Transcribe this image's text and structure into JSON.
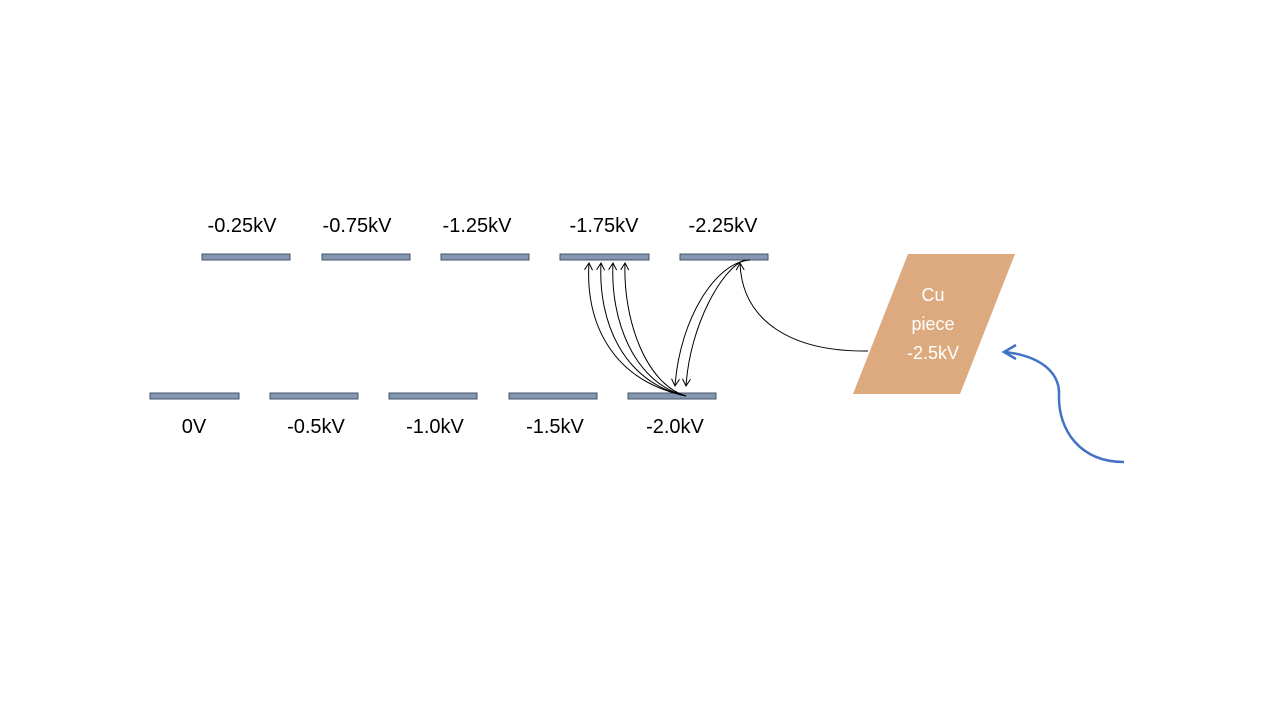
{
  "colors": {
    "plate_fill": "#8496B0",
    "plate_stroke": "#44546A",
    "cu_fill": "#DDAA80",
    "cu_text": "#FFFFFF",
    "arrow_stroke": "#000000",
    "incoming_arrow": "#4472C4",
    "label_text": "#000000"
  },
  "top_plates": [
    {
      "label": "-0.25kV"
    },
    {
      "label": "-0.75kV"
    },
    {
      "label": "-1.25kV"
    },
    {
      "label": "-1.75kV"
    },
    {
      "label": "-2.25kV"
    }
  ],
  "bottom_plates": [
    {
      "label": "0V"
    },
    {
      "label": "-0.5kV"
    },
    {
      "label": "-1.0kV"
    },
    {
      "label": "-1.5kV"
    },
    {
      "label": "-2.0kV"
    }
  ],
  "cu_piece": {
    "line1": "Cu",
    "line2": "piece",
    "line3": "-2.5kV"
  },
  "icons": {
    "incoming_arrow": "curved-arrow-icon",
    "electron_paths": "curved-arrow-icon"
  }
}
